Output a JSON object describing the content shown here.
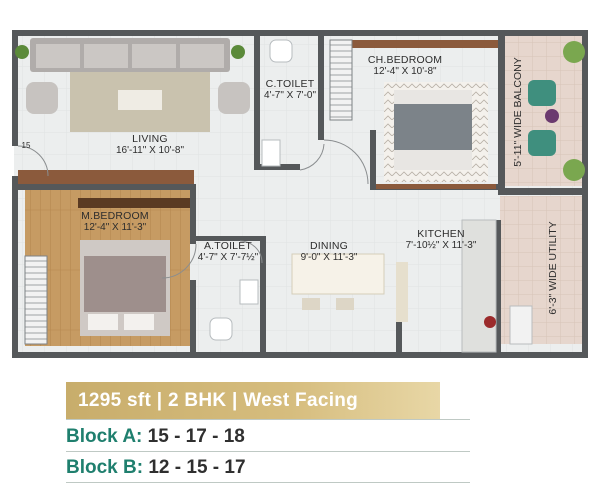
{
  "rooms": {
    "living": {
      "name": "LIVING",
      "dim": "16'-11\" X 10'-8\""
    },
    "c_toilet": {
      "name": "C.TOILET",
      "dim": "4'-7\" X 7'-0\""
    },
    "ch_bedroom": {
      "name": "CH.BEDROOM",
      "dim": "12'-4\" X 10'-8\""
    },
    "balcony": {
      "name": "5'-11\" WIDE BALCONY"
    },
    "m_bedroom": {
      "name": "M.BEDROOM",
      "dim": "12'-4\" X 11'-3\""
    },
    "a_toilet": {
      "name": "A.TOILET",
      "dim": "4'-7\" X 7'-7½\""
    },
    "dining": {
      "name": "DINING",
      "dim": "9'-0\" X 11'-3\""
    },
    "kitchen": {
      "name": "KITCHEN",
      "dim": "7'-10½\" X 11'-3\""
    },
    "utility": {
      "name": "6'-3\" WIDE UTILITY"
    }
  },
  "stair_marker": "15",
  "summary": "1295 sft | 2 BHK | West Facing",
  "blocks": [
    {
      "label": "Block A:",
      "numbers": "15 - 17 - 18"
    },
    {
      "label": "Block B:",
      "numbers": "12 - 15 - 17"
    }
  ],
  "colors": {
    "wall": "#55585a",
    "floor": "#eceeee",
    "wood": "#c69b63",
    "balcony": "#e6d6cd",
    "banner": "#c8ad6b",
    "block_label": "#1f7f6e"
  }
}
